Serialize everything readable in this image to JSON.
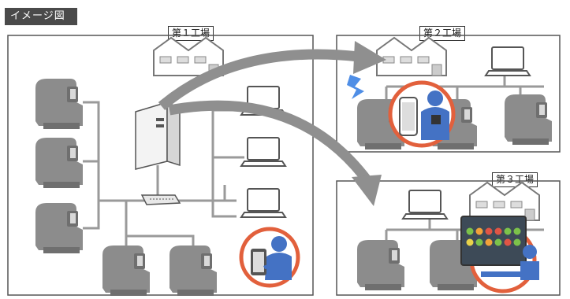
{
  "image_tag": "イメージ図",
  "factories": [
    {
      "label": "第１工場"
    },
    {
      "label": "第２工場"
    },
    {
      "label": "第３工場"
    }
  ],
  "colors": {
    "machine": "#8c8c8c",
    "machine_dark": "#6f6f6f",
    "arrow": "#8f8f8f",
    "highlight_ring": "#e2603c",
    "person": "#4472c4",
    "frame": "#555555",
    "cable": "#9a9a9a",
    "lightning": "#4f8ee6"
  },
  "icons": {
    "milling_machine": "lathe-machine-icon",
    "server": "server-tower-icon",
    "hub": "network-hub-icon",
    "laptop": "laptop-icon",
    "factory": "factory-building-icon",
    "tablet_user": "tablet-user-icon",
    "monitor_user": "monitor-dashboard-user-icon",
    "wireless": "lightning-icon"
  },
  "dashboard_tiles": [
    "green",
    "orange",
    "red",
    "red",
    "green",
    "green",
    "yellow",
    "green",
    "orange",
    "green",
    "red",
    "green"
  ]
}
